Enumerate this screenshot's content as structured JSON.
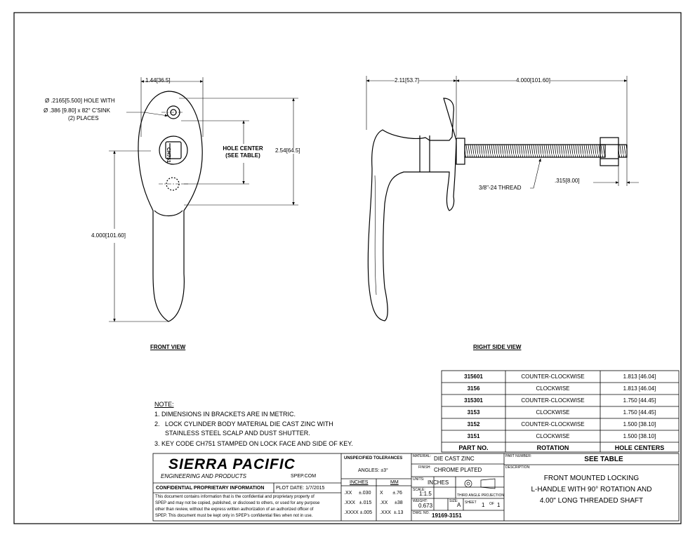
{
  "front_view": {
    "title": "FRONT VIEW",
    "dim_width_in": "1.44",
    "dim_width_mm": "36.5",
    "hole_note_line1_prefix": "Ø .2165",
    "hole_note_line1_mm": "5.500",
    "hole_note_line1_suffix": "HOLE WITH",
    "hole_note_line2": "Ø .386 [9.80] x 82° C'SINK",
    "hole_note_line3": "(2) PLACES",
    "hole_center_line1": "HOLE CENTER",
    "hole_center_line2": "(SEE TABLE)",
    "dim_body_in": "2.54",
    "dim_body_mm": "64.5",
    "dim_handle_in": "4.000",
    "dim_handle_mm": "101.60",
    "key_code": "CH751"
  },
  "side_view": {
    "title": "RIGHT SIDE VIEW",
    "dim_depth_in": "2.11",
    "dim_depth_mm": "53.7",
    "dim_shaft_in": "4.000",
    "dim_shaft_mm": "101.60",
    "thread_note": "3/8\"-24 THREAD",
    "dim_nut_in": ".315",
    "dim_nut_mm": "8.00"
  },
  "notes": {
    "heading": "NOTE:",
    "items": [
      "1.   DIMENSIONS IN BRACKETS ARE IN METRIC.",
      "2.   LOCK CYLINDER BODY MATERIAL DIE CAST ZINC WITH",
      "      STAINLESS STEEL SCALP AND DUST SHUTTER.",
      "3.   KEY CODE CH751 STAMPED ON LOCK FACE AND SIDE OF KEY."
    ]
  },
  "part_table": {
    "rows": [
      {
        "part": "315601",
        "rotation": "COUNTER-CLOCKWISE",
        "centers": "1.813 [46.04]"
      },
      {
        "part": "3156",
        "rotation": "CLOCKWISE",
        "centers": "1.813 [46.04]"
      },
      {
        "part": "315301",
        "rotation": "COUNTER-CLOCKWISE",
        "centers": "1.750 [44.45]"
      },
      {
        "part": "3153",
        "rotation": "CLOCKWISE",
        "centers": "1.750 [44.45]"
      },
      {
        "part": "3152",
        "rotation": "COUNTER-CLOCKWISE",
        "centers": "1.500 [38.10]"
      },
      {
        "part": "3151",
        "rotation": "CLOCKWISE",
        "centers": "1.500 [38.10]"
      }
    ],
    "headers": {
      "part": "PART NO.",
      "rotation": "ROTATION",
      "centers": "HOLE CENTERS"
    }
  },
  "title_block": {
    "company": "SIERRA PACIFIC",
    "company_sub": "ENGINEERING AND PRODUCTS",
    "website": "SPEP.COM",
    "confidential_title": "CONFIDENTIAL PROPRIETARY INFORMATION",
    "plot_date_label": "PLOT DATE:",
    "plot_date": "1/7/2015",
    "confidential_text": [
      "This document contains information that is the confidential and proprietary property of",
      "SPEP and may not be copied, published, or disclosed to others, or used for any purpose",
      "other than review, without the express written authorization of an authorized officer of",
      "SPEP. This document must be kept only in SPEP's confidential files when not in use."
    ],
    "tolerances_title": "UNSPECIFIED TOLERANCES",
    "angles": "ANGLES:  ±3°",
    "inches_head": "INCHES",
    "mm_head": "MM",
    "tol_inches": [
      ".XX     ±.030",
      ".XXX   ±.015",
      ".XXXX ±.005"
    ],
    "tol_mm": [
      "X       ±.76",
      ".XX     ±38",
      ".XXX  ±.13"
    ],
    "material_label": "MATERIAL:",
    "material": "DIE CAST ZINC",
    "finish_label": "FINISH:",
    "finish": "CHROME PLATED",
    "units_label": "UNITS:",
    "units": "INCHES",
    "scale_label": "SCALE:",
    "scale": "1:1.5",
    "projection": "THIRD ANGLE PROJECTION",
    "weight_label": "WEIGHT:",
    "weight": "0.673",
    "size_label": "SIZE:",
    "size": "A",
    "sheet_label": "SHEET",
    "sheet_num": "1",
    "of_label": "OF",
    "sheet_total": "1",
    "dwg_label": "DWG. NO.",
    "dwg_no": "19169-3151",
    "part_number_label": "PART NUMBER:",
    "part_number": "SEE TABLE",
    "description_label": "DESCRIPTION:",
    "description": [
      "FRONT MOUNTED LOCKING",
      "L-HANDLE WITH 90° ROTATION AND",
      "4.00\" LONG THREADED SHAFT"
    ]
  }
}
